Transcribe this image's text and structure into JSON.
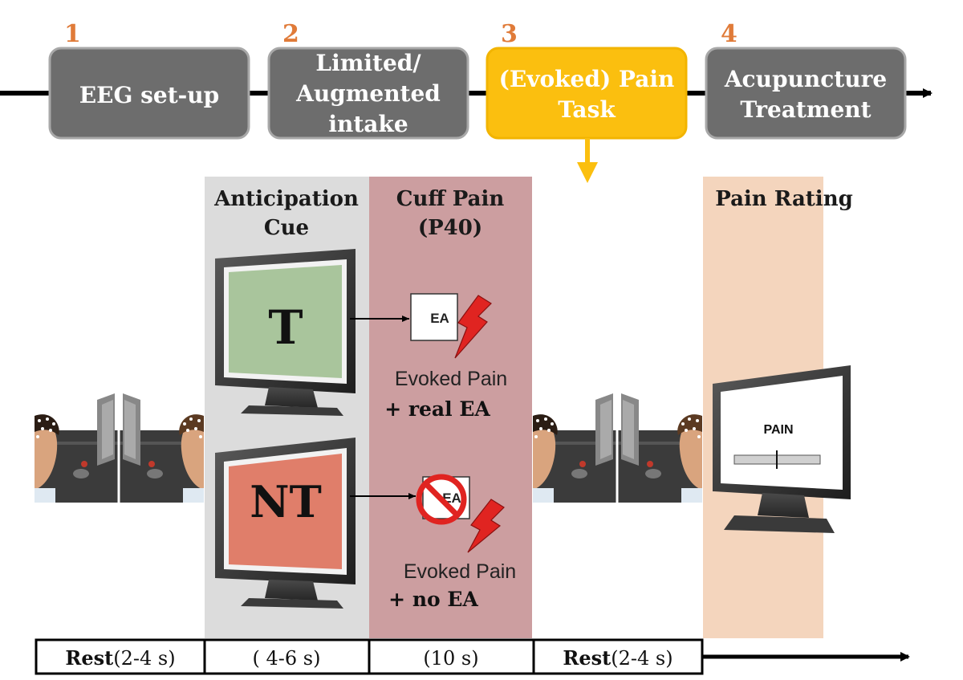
{
  "steps": [
    {
      "number": "1",
      "lines": [
        "EEG set-up"
      ]
    },
    {
      "number": "2",
      "lines": [
        "Limited/",
        "Augmented",
        "intake"
      ]
    },
    {
      "number": "3",
      "lines": [
        "(Evoked) Pain",
        "Task"
      ]
    },
    {
      "number": "4",
      "lines": [
        "Acupuncture",
        "Treatment"
      ]
    }
  ],
  "phases": {
    "anticipation": {
      "line1": "Anticipation",
      "line2": "Cue"
    },
    "cuff": {
      "line1": "Cuff Pain",
      "line2": "(P40)"
    },
    "rating": {
      "line1": "Pain Rating"
    }
  },
  "cues": {
    "target": {
      "letter": "T",
      "ea_label": "EA",
      "caption_line1": "Evoked Pain",
      "caption_prefix": "+ ",
      "caption_bold": "real EA"
    },
    "nontarget": {
      "letter": "NT",
      "ea_label": "EA",
      "caption_line1": "Evoked Pain",
      "caption_prefix": "+ ",
      "caption_bold": "no EA"
    }
  },
  "rating_screen": {
    "label": "PAIN"
  },
  "timeline": [
    {
      "bold": "Rest",
      "text": "(2-4 s)"
    },
    {
      "bold": "",
      "text": "( 4-6 s)"
    },
    {
      "bold": "",
      "text": "(10 s)"
    },
    {
      "bold": "Rest",
      "text": "(2-4 s)"
    }
  ],
  "colors": {
    "step_gray": "#6d6d6d",
    "step_border": "#a8a8a8",
    "step_active": "#fbbf0f",
    "step_number": "#e07b39",
    "anticipation_panel": "#dcdcdc",
    "cuff_panel": "#cc9ea0",
    "rating_panel": "#f4d5bd",
    "cue_green": "#a9c59c",
    "cue_red": "#e07e6a",
    "bolt_red": "#e02421"
  },
  "icons": [
    "eeg-participant-icon",
    "monitor-icon",
    "lightning-bolt-icon",
    "prohibition-icon",
    "rating-slider-icon"
  ]
}
